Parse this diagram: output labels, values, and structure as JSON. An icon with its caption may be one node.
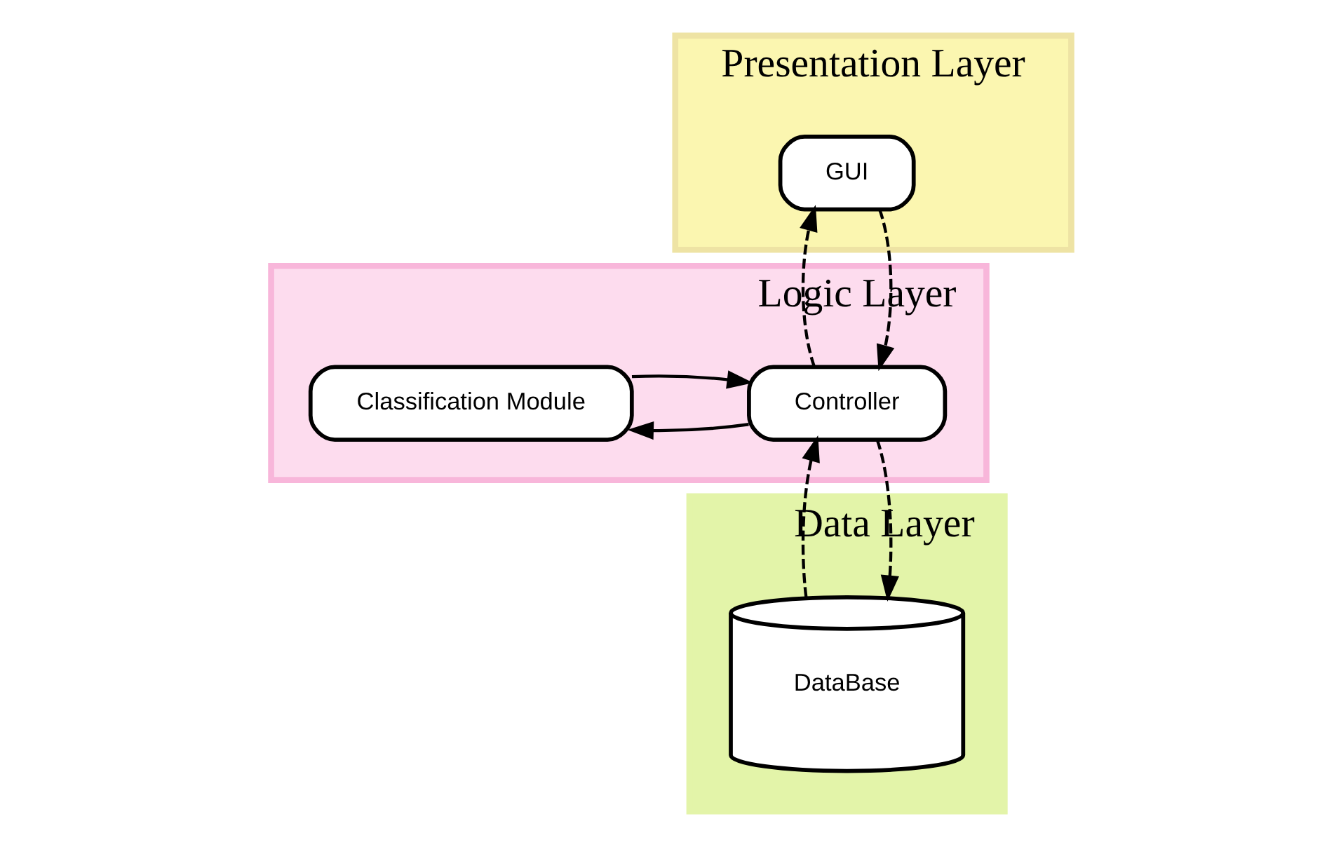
{
  "diagram": {
    "nodes": [
      {
        "text": [
          "Presentation Layer"
        ]
      },
      {
        "text": [
          "GUI"
        ],
        "in": 0
      },
      {
        "text": [
          "Logic Layer"
        ]
      },
      {
        "text": [
          "Controller"
        ],
        "in": 2
      },
      {
        "text": [
          "Classification Module"
        ],
        "in": 2
      },
      {
        "text": [
          "Data Layer"
        ]
      },
      {
        "text": [
          "DataBase"
        ],
        "in": 5
      }
    ],
    "edges": [
      {
        "from": 1,
        "to": 3,
        "arrow": "to",
        "style": "dashed"
      },
      {
        "from": 3,
        "to": 1,
        "arrow": "to",
        "style": "dashed"
      },
      {
        "from": 3,
        "to": 4,
        "arrow": "to"
      },
      {
        "from": 4,
        "to": 3,
        "arrow": "to"
      },
      {
        "from": 3,
        "to": 6,
        "arrow": "to",
        "style": "dashed"
      },
      {
        "from": 6,
        "to": 3,
        "arrow": "to",
        "style": "dashed"
      }
    ]
  }
}
